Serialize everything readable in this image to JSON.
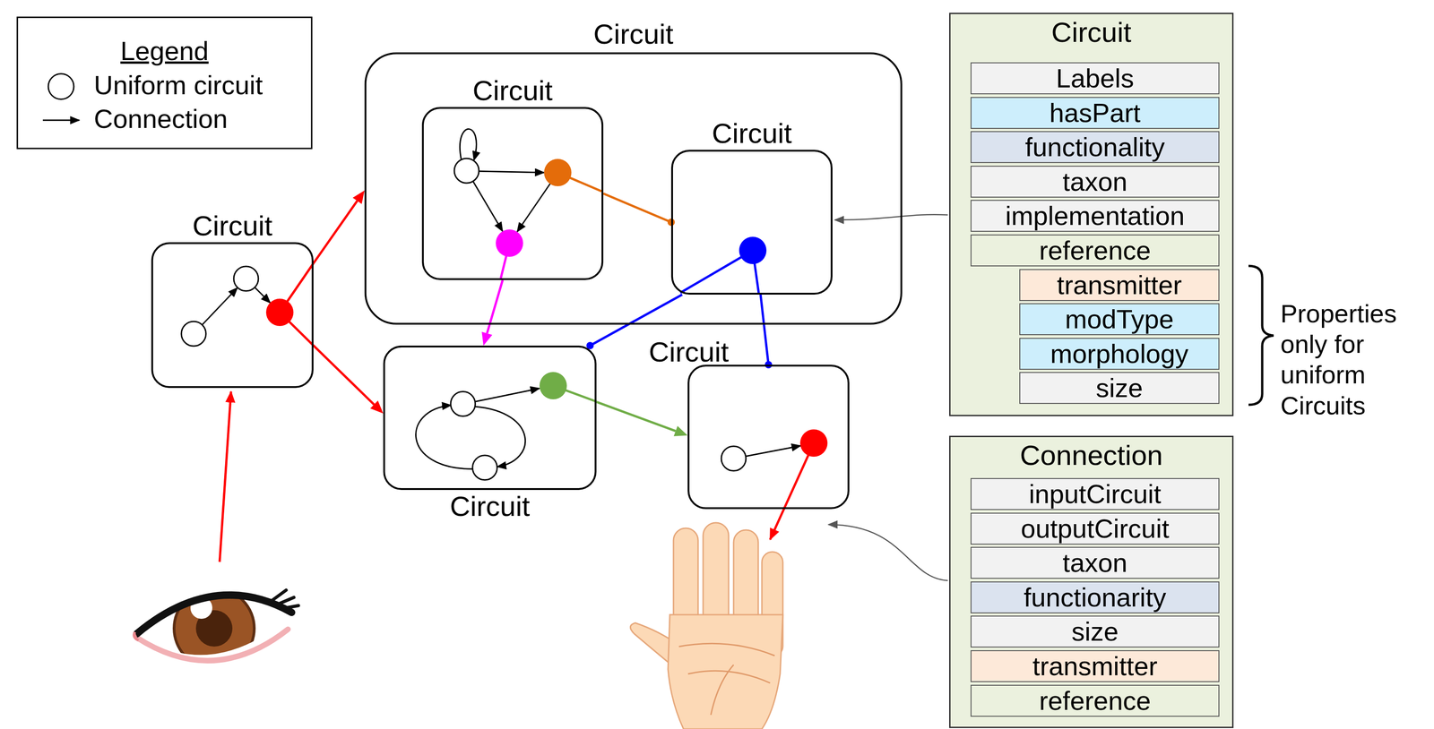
{
  "diagram": {
    "nodes": [
      {
        "text": [
          "Circuit"
        ]
      },
      {
        "text": [
          "Circuit"
        ]
      },
      {
        "text": [
          "Circuit"
        ],
        "in": 1
      },
      {
        "text": [
          "Circuit"
        ],
        "in": 1
      },
      {
        "text": [
          "Circuit"
        ]
      },
      {
        "text": [
          "Circuit"
        ]
      },
      {
        "text": [
          "Circuit"
        ]
      },
      {
        "text": [
          "Labels"
        ],
        "in": 6
      },
      {
        "text": [
          "hasPart"
        ],
        "in": 6
      },
      {
        "text": [
          "functionality"
        ],
        "in": 6
      },
      {
        "text": [
          "taxon"
        ],
        "in": 6
      },
      {
        "text": [
          "implementation"
        ],
        "in": 6
      },
      {
        "text": [
          "reference"
        ],
        "in": 6
      },
      {
        "text": [
          "transmitter"
        ],
        "in": 6
      },
      {
        "text": [
          "modType"
        ],
        "in": 6
      },
      {
        "text": [
          "morphology"
        ],
        "in": 6
      },
      {
        "text": [
          "size"
        ],
        "in": 6
      },
      {
        "text": [
          "Connection"
        ]
      },
      {
        "text": [
          "inputCircuit"
        ],
        "in": 17
      },
      {
        "text": [
          "outputCircuit"
        ],
        "in": 17
      },
      {
        "text": [
          "taxon"
        ],
        "in": 17
      },
      {
        "text": [
          "functionarity"
        ],
        "in": 17
      },
      {
        "text": [
          "size"
        ],
        "in": 17
      },
      {
        "text": [
          "transmitter"
        ],
        "in": 17
      },
      {
        "text": [
          "reference"
        ],
        "in": 17
      }
    ],
    "edges": [
      {
        "from": 0,
        "to": 1,
        "arrow": "to"
      },
      {
        "from": 0,
        "to": 4,
        "arrow": "to"
      },
      {
        "from": 2,
        "to": 3,
        "arrow": "none"
      },
      {
        "from": 2,
        "to": 4,
        "arrow": "to"
      },
      {
        "from": 3,
        "to": 4,
        "arrow": "none"
      },
      {
        "from": 3,
        "to": 5,
        "arrow": "none"
      },
      {
        "from": 4,
        "to": 5,
        "arrow": "to"
      }
    ],
    "labels": [
      "Legend",
      "Properties only for uniform Circuits"
    ],
    "legend": [
      {
        "text": "Uniform circuit"
      },
      {
        "text": "Connection"
      }
    ]
  }
}
